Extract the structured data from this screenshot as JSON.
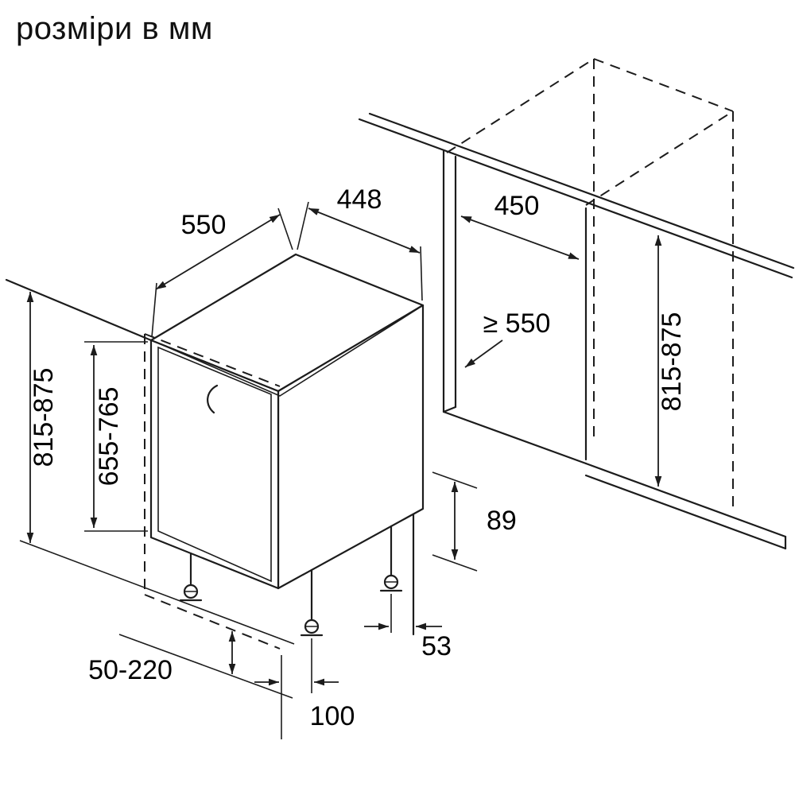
{
  "page": {
    "title": "розміри в мм"
  },
  "dims": {
    "appliance_depth": "550",
    "appliance_width": "448",
    "niche_width": "450",
    "niche_depth": "≥ 550",
    "appliance_height": "815-875",
    "door_height": "655-765",
    "niche_height": "815-875",
    "base_height": "89",
    "side_offset": "53",
    "plinth_recess": "50-220",
    "foot_zone_depth": "100"
  }
}
